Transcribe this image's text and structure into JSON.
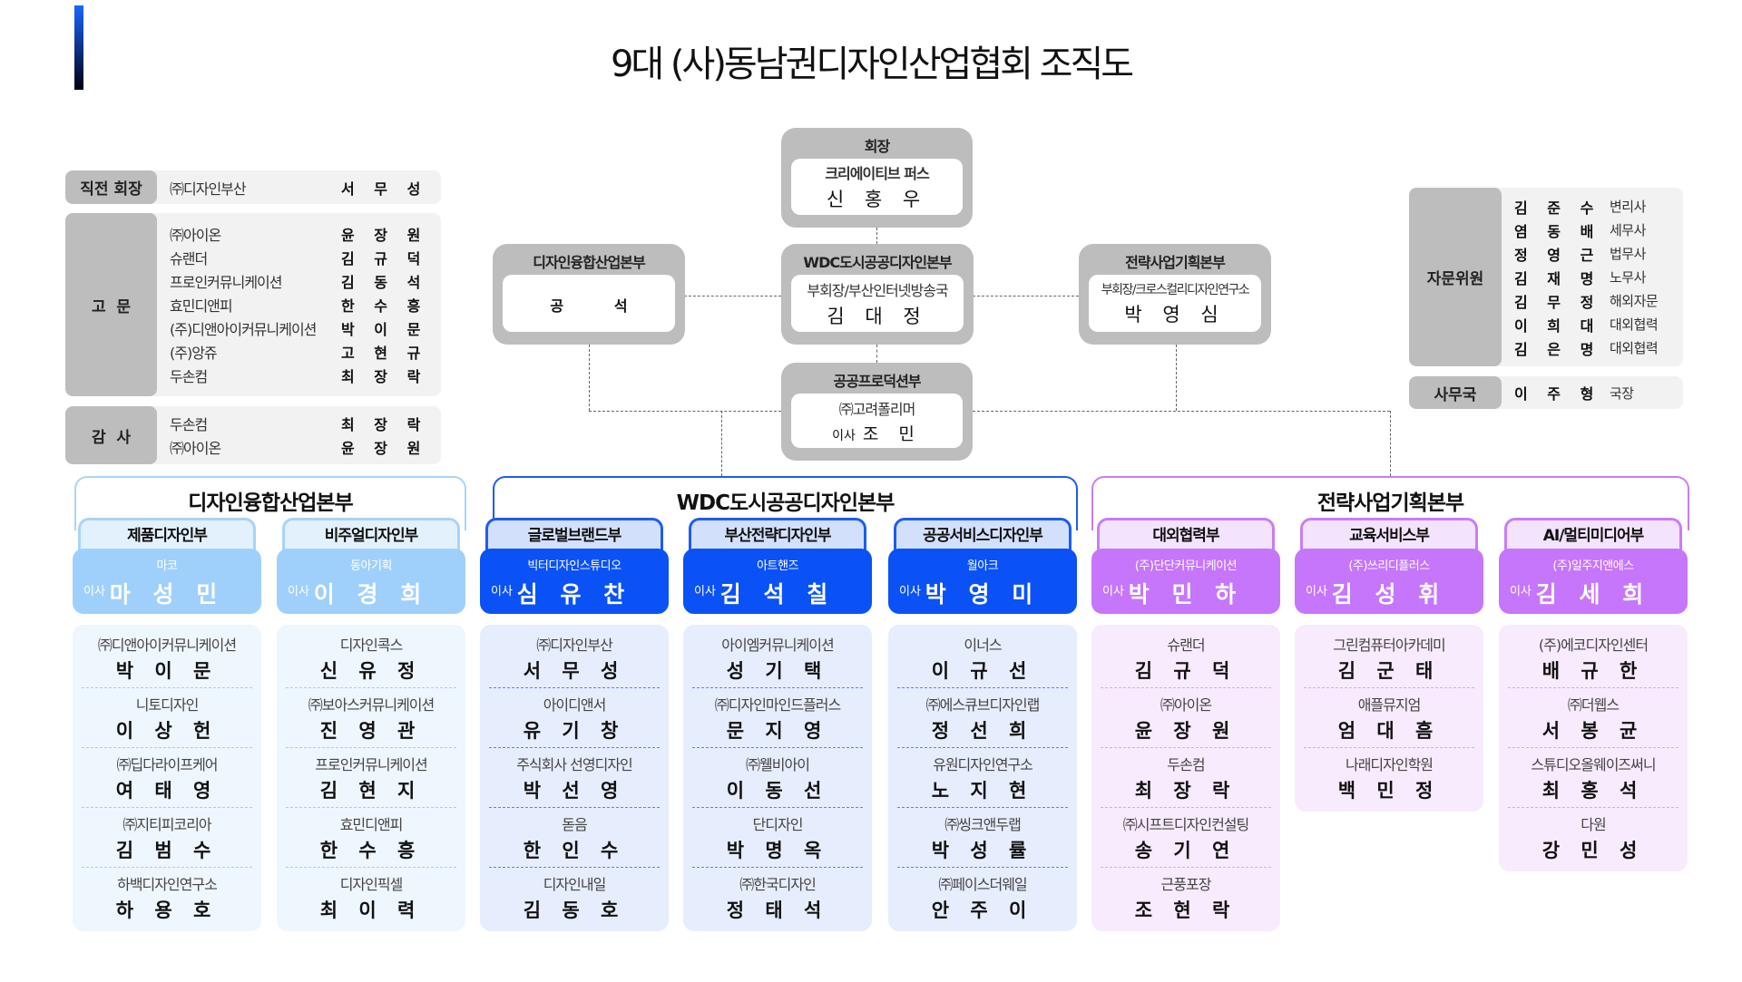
{
  "title": "9대 (사)동남권디자인산업협회 조직도",
  "colors": {
    "lightblue": "#9fd0fb",
    "blue": "#0a52f5",
    "purple": "#c576fb",
    "gray": "#bdbdbd"
  },
  "past_chair": {
    "label": "직전 회장",
    "org": "㈜디자인부산",
    "name": "서 무 성"
  },
  "advisors": {
    "label": "고  문",
    "rows": [
      {
        "org": "㈜아이온",
        "name": "윤 장 원"
      },
      {
        "org": "슈랜더",
        "name": "김 규 덕"
      },
      {
        "org": "프로인커뮤니케이션",
        "name": "김 동 석"
      },
      {
        "org": "효민디앤피",
        "name": "한 수 흥"
      },
      {
        "org": "(주)디앤아이커뮤니케이션",
        "name": "박 이 문"
      },
      {
        "org": "(주)앙쥬",
        "name": "고 현 규"
      },
      {
        "org": "두손컴",
        "name": "최 장 락"
      }
    ]
  },
  "auditors": {
    "label": "감  사",
    "rows": [
      {
        "org": "두손컴",
        "name": "최 장 락"
      },
      {
        "org": "㈜아이온",
        "name": "윤 장 원"
      }
    ]
  },
  "consultants": {
    "label": "자문위원",
    "rows": [
      {
        "name": "김 준 수",
        "role": "변리사"
      },
      {
        "name": "염 동 배",
        "role": "세무사"
      },
      {
        "name": "정 영 근",
        "role": "법무사"
      },
      {
        "name": "김 재 명",
        "role": "노무사"
      },
      {
        "name": "김 무 정",
        "role": "해외자문"
      },
      {
        "name": "이 희 대",
        "role": "대외협력"
      },
      {
        "name": "김 은 명",
        "role": "대외협력"
      }
    ]
  },
  "secretariat": {
    "label": "사무국",
    "name": "이 주 형",
    "role": "국장"
  },
  "chairman": {
    "title": "회장",
    "org": "크리에이티브 퍼스",
    "name": "신 홍 우"
  },
  "hq_boxes": [
    {
      "title": "디자인융합산업본부",
      "org": "",
      "name": "공          석"
    },
    {
      "title": "WDC도시공공디자인본부",
      "org": "부회장/부산인터넷방송국",
      "name": "김 대 정"
    },
    {
      "title": "전략사업기획본부",
      "org": "부회장/크로스컬리디자인연구소",
      "name": "박 영 심"
    }
  ],
  "production": {
    "title": "공공프로덕션부",
    "org": "㈜고려폴리머",
    "role": "이사",
    "name": "조   민"
  },
  "sections": [
    {
      "title": "디자인융합산업본부",
      "color": "#a8d3fa",
      "tabbg": "#e3f1fd",
      "bg": "#eef6fe",
      "head": "#9fd0fb",
      "line": "#a9cdee",
      "depts": [
        {
          "name": "제품디자인부",
          "org": "마코",
          "role": "이사",
          "director": "마 성 민",
          "members": [
            {
              "org": "㈜디앤아이커뮤니케이션",
              "name": "박 이 문"
            },
            {
              "org": "니토디자인",
              "name": "이 상 헌"
            },
            {
              "org": "㈜딥다라이프케어",
              "name": "여 태 영"
            },
            {
              "org": "㈜지티피코리아",
              "name": "김 범 수"
            },
            {
              "org": "하백디자인연구소",
              "name": "하 용 호"
            }
          ]
        },
        {
          "name": "비주얼디자인부",
          "org": "동아기획",
          "role": "이사",
          "director": "이 경 희",
          "members": [
            {
              "org": "디자인콕스",
              "name": "신 유 정"
            },
            {
              "org": "㈜보아스커뮤니케이션",
              "name": "진 영 관"
            },
            {
              "org": "프로인커뮤니케이션",
              "name": "김 현 지"
            },
            {
              "org": "효민디앤피",
              "name": "한 수 흥"
            },
            {
              "org": "디자인픽셀",
              "name": "최 이 력"
            }
          ]
        }
      ]
    },
    {
      "title": "WDC도시공공디자인본부",
      "color": "#1e5cf0",
      "tabbg": "#d3e0fb",
      "bg": "#e6edfc",
      "head": "#0a52f5",
      "line": "#5a86e8",
      "depts": [
        {
          "name": "글로벌브랜드부",
          "org": "빅터디자인스튜디오",
          "role": "이사",
          "director": "심 유 찬",
          "members": [
            {
              "org": "㈜디자인부산",
              "name": "서 무 성"
            },
            {
              "org": "아이디앤서",
              "name": "유 기 창"
            },
            {
              "org": "주식회사 선영디자인",
              "name": "박 선 영"
            },
            {
              "org": "돋음",
              "name": "한 인 수"
            },
            {
              "org": "디자인내일",
              "name": "김 동 호"
            }
          ]
        },
        {
          "name": "부산전략디자인부",
          "org": "아트핸즈",
          "role": "이사",
          "director": "김 석 칠",
          "members": [
            {
              "org": "아이엠커뮤니케이션",
              "name": "성 기 택"
            },
            {
              "org": "㈜디자인마인드플러스",
              "name": "문 지 영"
            },
            {
              "org": "㈜웰비아이",
              "name": "이 동 선"
            },
            {
              "org": "단디자인",
              "name": "박 명 옥"
            },
            {
              "org": "㈜한국디자인",
              "name": "정 태 석"
            }
          ]
        },
        {
          "name": "공공서비스디자인부",
          "org": "월아크",
          "role": "이사",
          "director": "박 영 미",
          "members": [
            {
              "org": "이너스",
              "name": "이 규 선"
            },
            {
              "org": "㈜에스큐브디자인랩",
              "name": "정 선 희"
            },
            {
              "org": "유원디자인연구소",
              "name": "노 지 현"
            },
            {
              "org": "㈜씽크앤두랩",
              "name": "박 성 률"
            },
            {
              "org": "㈜페이스더웨일",
              "name": "안 주 이"
            }
          ]
        }
      ]
    },
    {
      "title": "전략사업기획본부",
      "color": "#c77df8",
      "tabbg": "#f3e3fd",
      "bg": "#f7ebfd",
      "head": "#c576fb",
      "line": "#d9a8f5",
      "depts": [
        {
          "name": "대외협력부",
          "org": "(주)단단커뮤니케이션",
          "role": "이사",
          "director": "박 민 하",
          "members": [
            {
              "org": "슈랜더",
              "name": "김 규 덕"
            },
            {
              "org": "㈜아이온",
              "name": "윤 장 원"
            },
            {
              "org": "두손컴",
              "name": "최 장 락"
            },
            {
              "org": "㈜시프트디자인컨설팅",
              "name": "송 기 연"
            },
            {
              "org": "근풍포장",
              "name": "조 현 락"
            }
          ]
        },
        {
          "name": "교육서비스부",
          "org": "(주)쓰리디플러스",
          "role": "이사",
          "director": "김 성 휘",
          "members": [
            {
              "org": "그린컴퓨터아카데미",
              "name": "김 군 태"
            },
            {
              "org": "애플뮤지엄",
              "name": "엄 대 흠"
            },
            {
              "org": "나래디자인학원",
              "name": "백 민 정"
            }
          ]
        },
        {
          "name": "AI/멀티미디어부",
          "org": "(주)일주지앤에스",
          "role": "이사",
          "director": "김 세 희",
          "members": [
            {
              "org": "(주)에코디자인센터",
              "name": "배 규 한"
            },
            {
              "org": "㈜더웹스",
              "name": "서 봉 균"
            },
            {
              "org": "스튜디오올웨이즈써니",
              "name": "최 홍 석"
            },
            {
              "org": "다원",
              "name": "강 민 성"
            }
          ]
        }
      ]
    }
  ]
}
